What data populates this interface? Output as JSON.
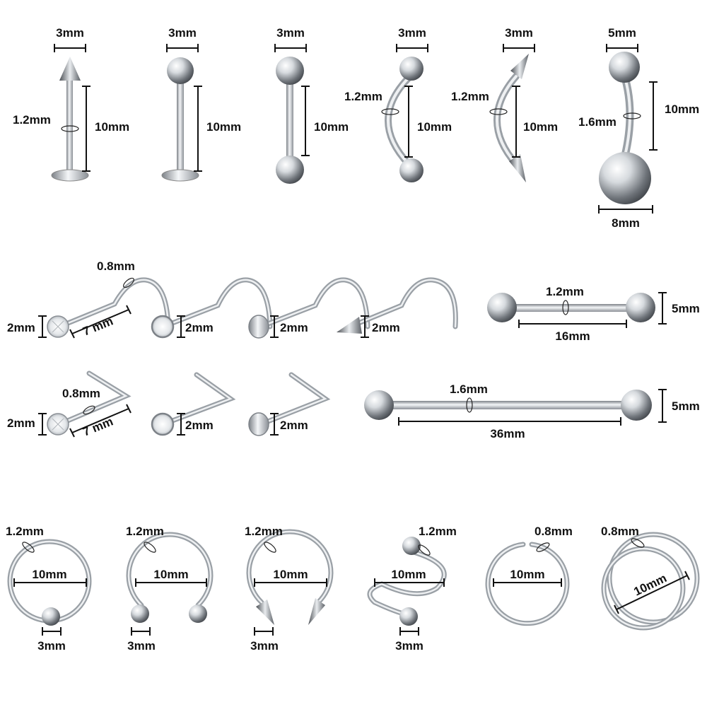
{
  "colors": {
    "background": "#ffffff",
    "metal_dark": "#6f747a",
    "metal_mid": "#b9bec4",
    "metal_light": "#f4f6f8",
    "dimension_line": "#111111"
  },
  "row1": {
    "labret_spike": {
      "top": "3mm",
      "gauge": "1.2mm",
      "length": "10mm"
    },
    "labret_ball": {
      "top": "3mm",
      "length": "10mm"
    },
    "straight_barbell": {
      "top": "3mm",
      "length": "10mm"
    },
    "curved_barbell_ball": {
      "top": "3mm",
      "gauge": "1.2mm",
      "length": "10mm"
    },
    "curved_barbell_spike": {
      "top": "3mm",
      "gauge": "1.2mm",
      "length": "10mm"
    },
    "belly_ring": {
      "top": "5mm",
      "gauge": "1.6mm",
      "length": "10mm",
      "bottom": "8mm"
    }
  },
  "row2": {
    "nose_screws": {
      "gauge": "0.8mm",
      "length": "7 mm",
      "heads": [
        "2mm",
        "2mm",
        "2mm",
        "2mm"
      ]
    },
    "short_barbell": {
      "gauge": "1.2mm",
      "length": "16mm",
      "ball": "5mm"
    }
  },
  "row3": {
    "l_nose_pins": {
      "gauge": "0.8mm",
      "length": "7 mm",
      "heads": [
        "2mm",
        "2mm",
        "2mm"
      ]
    },
    "industrial_barbell": {
      "gauge": "1.6mm",
      "length": "36mm",
      "ball": "5mm"
    }
  },
  "row4": {
    "captive_ring": {
      "gauge": "1.2mm",
      "diameter": "10mm",
      "ball": "3mm"
    },
    "horseshoe_ball": {
      "gauge": "1.2mm",
      "diameter": "10mm",
      "ball": "3mm"
    },
    "horseshoe_spike": {
      "gauge": "1.2mm",
      "diameter": "10mm",
      "ball": "3mm"
    },
    "twist_spiral": {
      "gauge": "1.2mm",
      "diameter": "10mm",
      "ball": "3mm"
    },
    "seamless_hoop": {
      "gauge": "0.8mm",
      "diameter": "10mm"
    },
    "double_spiral_hoop": {
      "gauge": "0.8mm",
      "diameter": "10mm"
    }
  }
}
